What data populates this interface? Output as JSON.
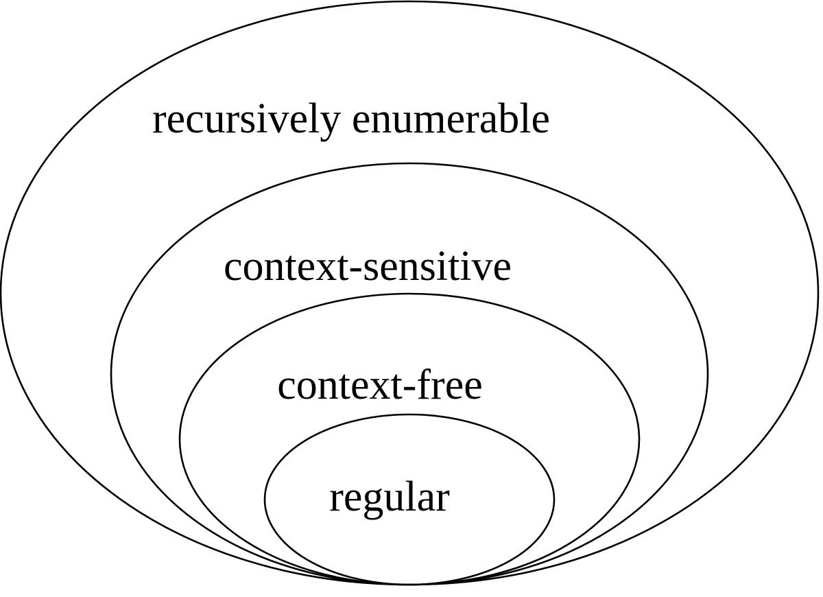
{
  "diagram": {
    "sets": [
      {
        "key": "recursively-enumerable",
        "label": "recursively enumerable"
      },
      {
        "key": "context-sensitive",
        "label": "context-sensitive"
      },
      {
        "key": "context-free",
        "label": "context-free"
      },
      {
        "key": "regular",
        "label": "regular"
      }
    ],
    "colors": {
      "stroke": "#000000",
      "text": "#000000",
      "background": "#ffffff"
    }
  }
}
